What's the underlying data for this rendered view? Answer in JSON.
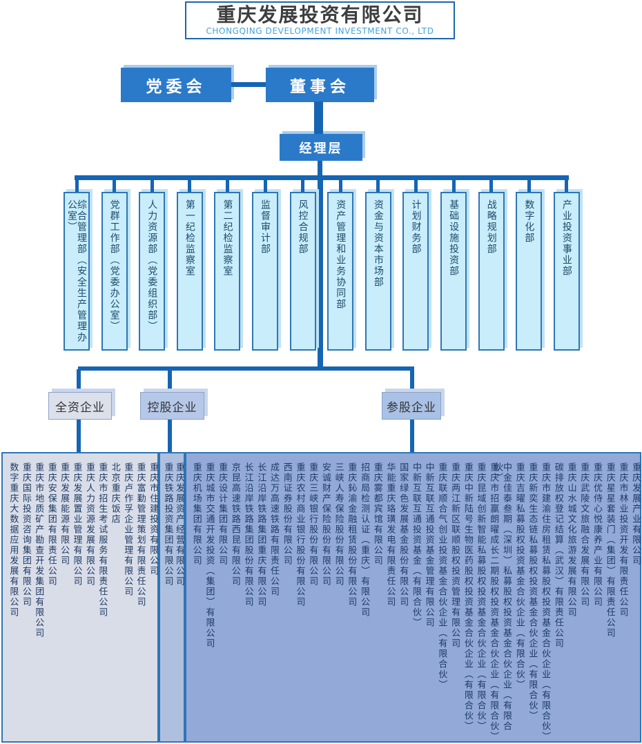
{
  "header": {
    "title_cn": "重庆发展投资有限公司",
    "title_en": "CHONGQING DEVELOPMENT INVESTMENT CO., LTD"
  },
  "governance": {
    "party_committee": "党委会",
    "board": "董事会",
    "management": "经理层"
  },
  "departments": [
    "综合管理部（安全生产管理办公室）",
    "党群工作部（党委办公室）",
    "人力资源部（党委组织部）",
    "第一纪检监察室",
    "第二纪检监察室",
    "监督审计部",
    "风控合规部",
    "资产管理和业务协同部",
    "资金与资本市场部",
    "计划财务部",
    "基础设施投资部",
    "战略规划部",
    "数字化部",
    "产业投资事业部"
  ],
  "categories": [
    {
      "label": "全资企业",
      "companies": [
        "数字重庆大数据应用发展有限公司",
        "重庆国际投资咨询集团有限公司",
        "重庆市地质矿产勘查开发集团有限公司",
        "重庆安保集团有限责任公司",
        "重庆发展能源有限公司",
        "重庆发展置业管理有限公司",
        "重庆人力资源发展有限公司",
        "重庆市招生考试服务有限责任公司",
        "北京重庆饭店",
        "重庆卢作孚企业管理有限公司",
        "重庆富勤管理策划有限责任公司",
        "重庆市住建投资有限公司"
      ]
    },
    {
      "label": "控股企业",
      "companies": [
        "重庆铁路投资集团有限公司",
        "重庆发展资产经营有限公司"
      ]
    },
    {
      "label": "参股企业",
      "companies": [
        "重庆机场集团有限公司",
        "重庆城市交通开发投资（集团）有限公司",
        "重庆设计集团有限公司",
        "京昆高速铁路西昆有限公司",
        "长江沿岸铁路集团股份有限公司",
        "长江沿岸铁路集团重庆有限公司",
        "成达万高速铁路有限责任公司",
        "西南证券股份有限公司",
        "重庆农村商业银行股份有限公司",
        "重庆三峡银行股份有限公司",
        "安诚财产保险股份有限公司",
        "三峡人寿保险股份有限公司",
        "重庆鈊渝金融租赁股份有限公司",
        "招商局检测认证（重庆）有限公司",
        "重庆雾都宾馆有限公司",
        "华能重庆珞璜发电有限责任公司",
        "国家绿色发展基金股份有限公司",
        "中新互联互通投资基金（有限合伙）",
        "中新互联互通投资基金管理有限公司",
        "重庆联顺合气创业投资基金合伙企业（有限合伙）",
        "重庆两江新区联顺股权投资管理有限公司",
        "重庆中新陆号生物医药股权投资基金合伙企业（有限合伙）",
        "重庆昆域创新智能私募股权投资基金合伙企业（有限合伙）",
        "重庆市招赢朗曜成长二期股权投资基金合伙企业（有限合伙）",
        "中金佳泰叁期（深圳）私募股权投资基金合伙企业（有限合伙）",
        "重庆吉曜私募股权投资基金合伙企业（有限合伙）",
        "重庆新奕生态链私募股权投资基金合伙企业（有限合伙）",
        "重庆市建渝住房租赁私募股权投资基金合伙企业（有限合伙）",
        "碳排放权登记结算（武汉）有限责任公司",
        "重庆山水城文化旅游发展有限公司",
        "重庆武陵文旅融合发展有限公司",
        "重庆优侍心悦康养产业有限公司",
        "重庆星星套装门（集团）有限责任公司",
        "重庆市林业投资开发有限责任公司",
        "重庆发展产业有限公司"
      ]
    }
  ],
  "colors": {
    "box-blue": "#2b7ac9",
    "box-glow": "#a9cdec",
    "connector": "#1565b3",
    "dept-fill": "#c9edfa",
    "dept-border": "#2e75b6",
    "dept-glow": "#bfe3f6",
    "dept-text": "#1b4a6b",
    "wholly-fill": "#dbe0eb",
    "holding-fill": "#b6c8e8",
    "equity-fill": "#a9c1e5",
    "cat-glow": "#c9d6ec",
    "panel-wholly": "#d9dde8",
    "panel-holding": "#afc0df",
    "panel-equity": "#93a9d8",
    "panel-border": "#2e75b6",
    "company-text": "#1e3a64",
    "title-border": "#1a66ad",
    "subtitle": "#45a2dd"
  }
}
